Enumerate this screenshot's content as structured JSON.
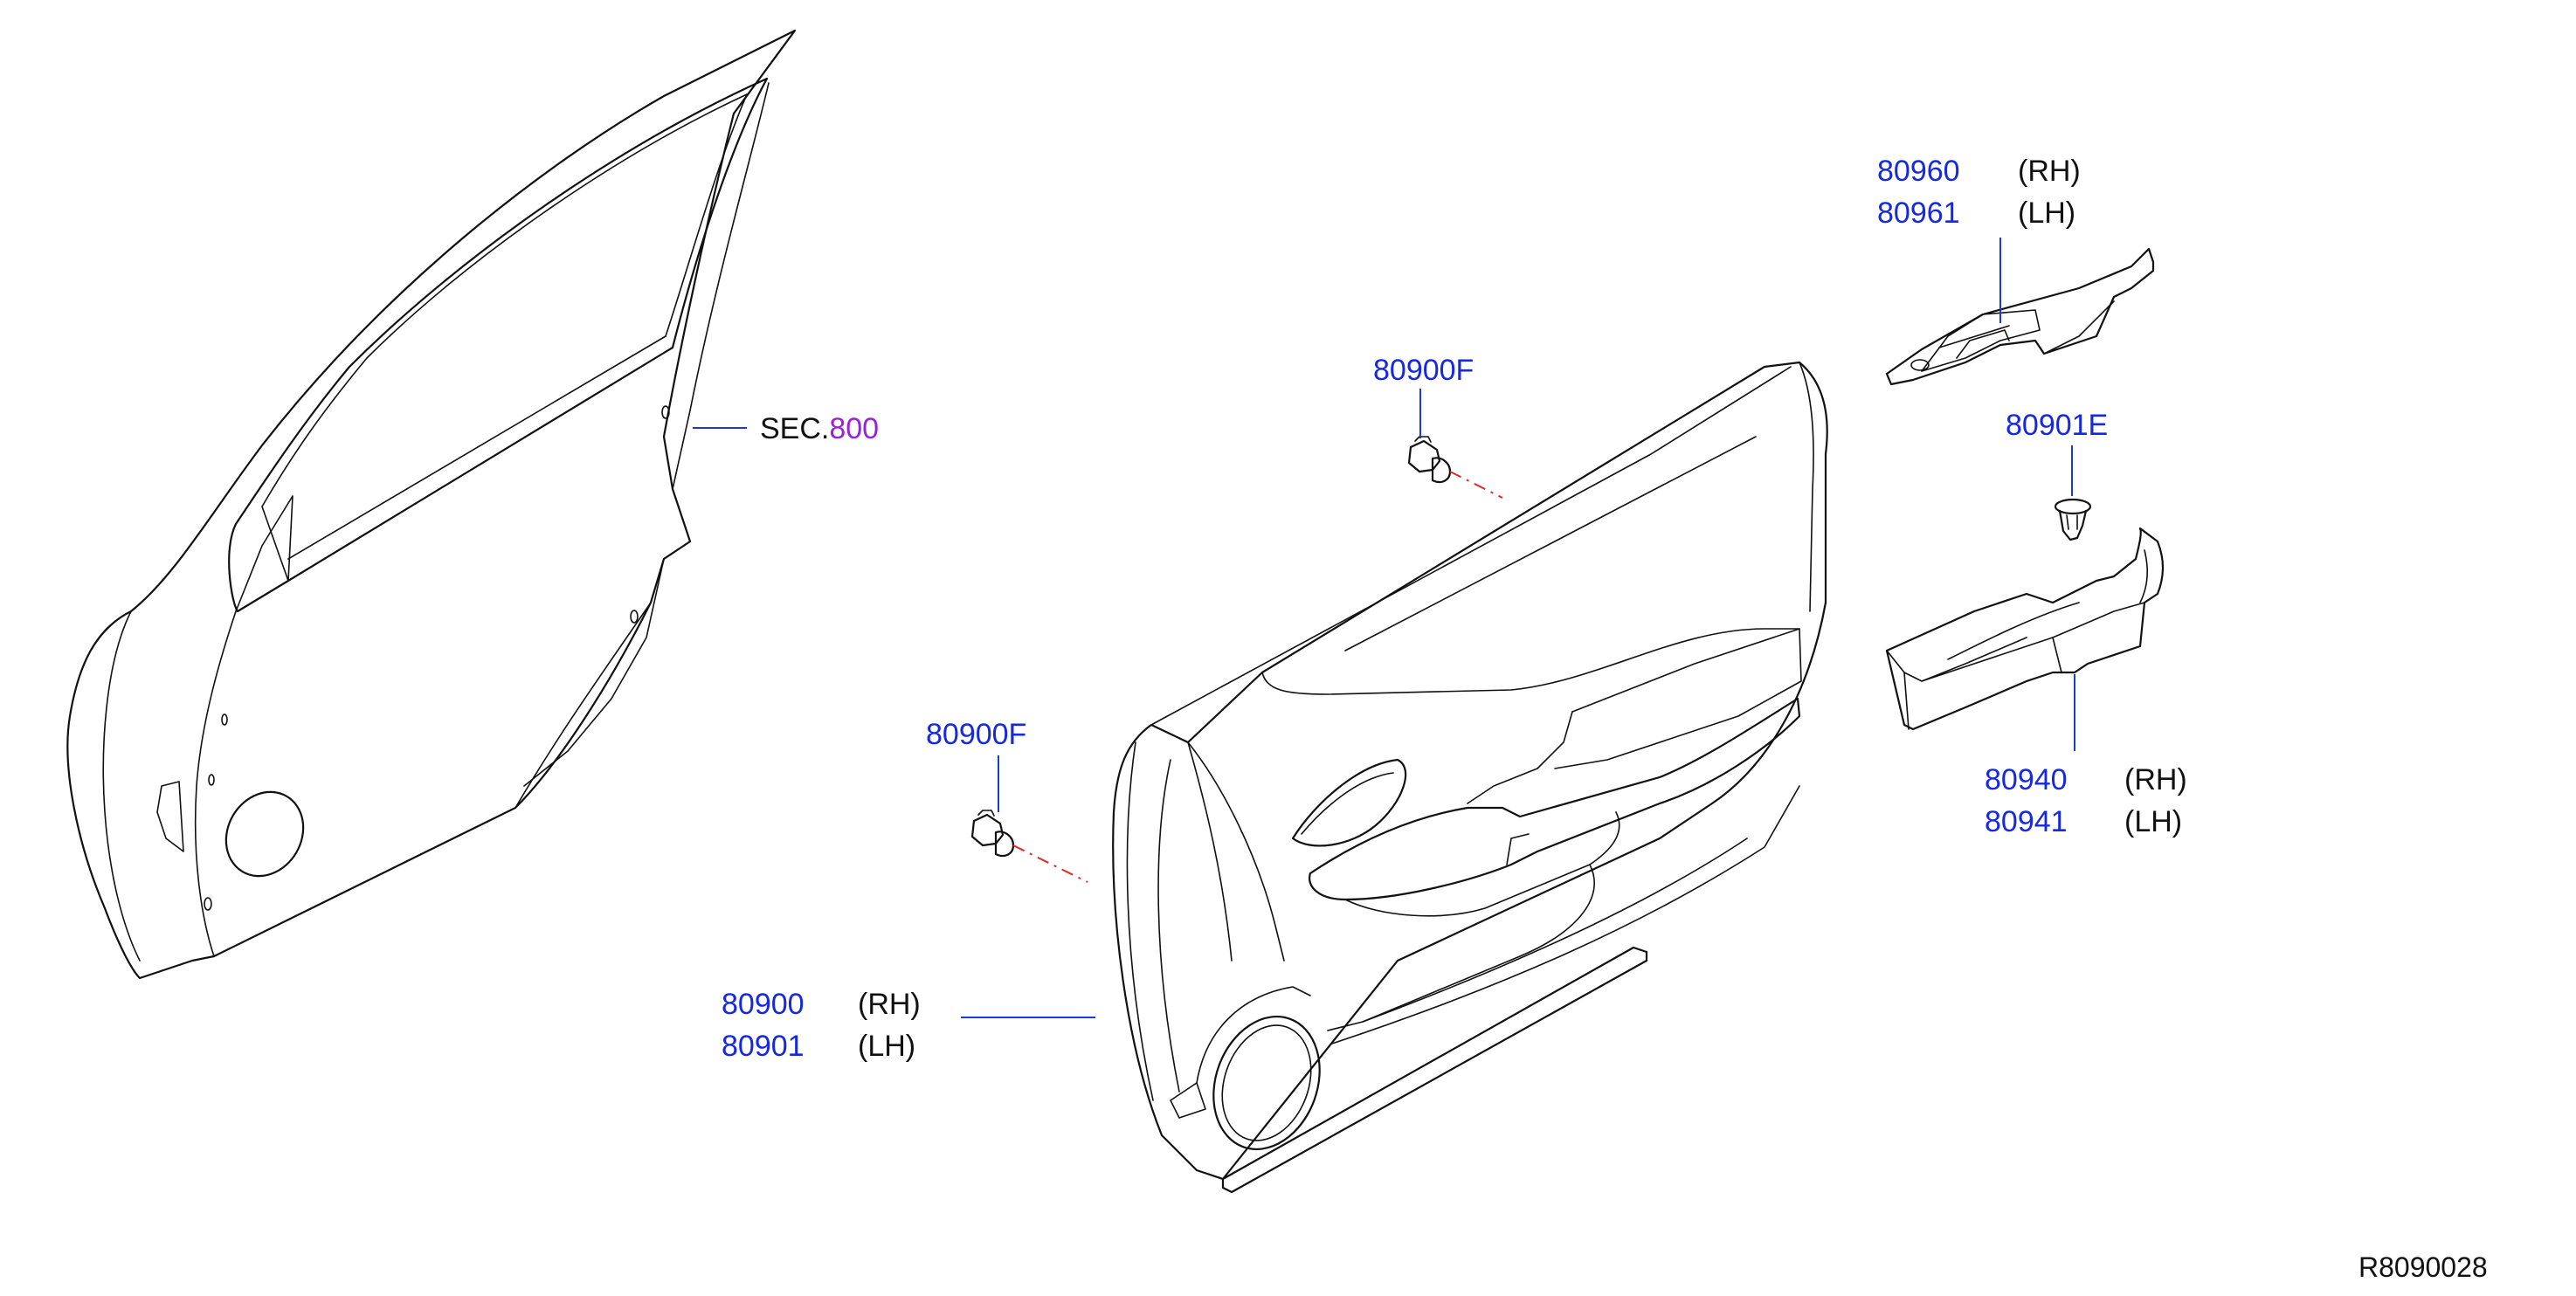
{
  "labels": {
    "sec": {
      "prefix": "SEC.",
      "number": "800"
    },
    "clip_upper": {
      "part": "80900F"
    },
    "clip_lower": {
      "part": "80900F"
    },
    "clip_e": {
      "part": "80901E"
    },
    "trim_rh": {
      "part": "80900",
      "side": "(RH)"
    },
    "trim_lh": {
      "part": "80901",
      "side": "(LH)"
    },
    "switch_rh": {
      "part": "80960",
      "side": "(RH)"
    },
    "switch_lh": {
      "part": "80961",
      "side": "(LH)"
    },
    "pocket_rh": {
      "part": "80940",
      "side": "(RH)"
    },
    "pocket_lh": {
      "part": "80941",
      "side": "(LH)"
    }
  },
  "reference_code": "R8090028",
  "colors": {
    "part_number": "#1628e0",
    "section_number": "#9a22d6",
    "leader_line": "#1a3bd1",
    "clip_axis": "#e0282a",
    "outline": "#111111"
  }
}
